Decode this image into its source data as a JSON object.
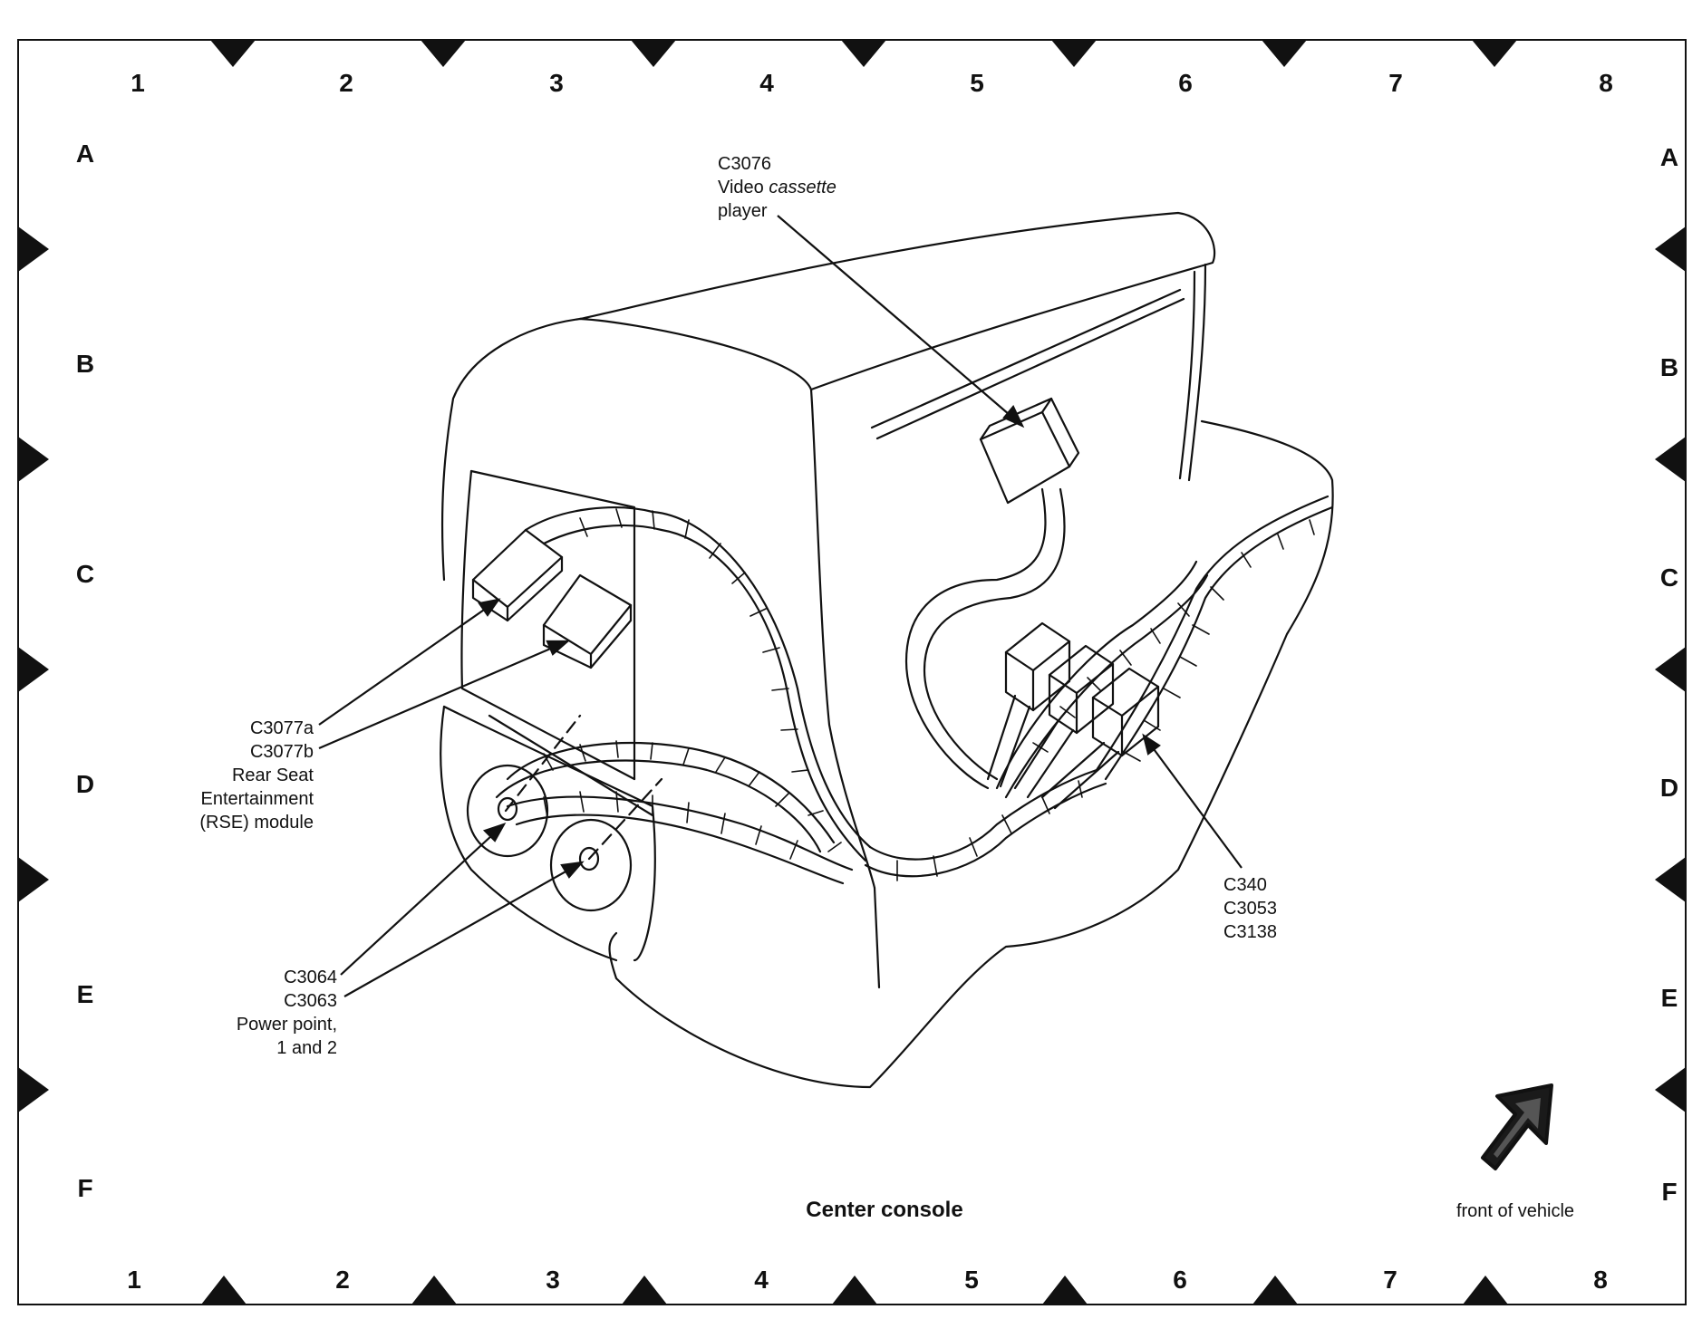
{
  "grid": {
    "columns": [
      "1",
      "2",
      "3",
      "4",
      "5",
      "6",
      "7",
      "8"
    ],
    "rows": [
      "A",
      "B",
      "C",
      "D",
      "E",
      "F"
    ]
  },
  "callouts": {
    "vcr": {
      "code": "C3076",
      "line1": "Video cassette",
      "line2": "player"
    },
    "rse": {
      "code1": "C3077a",
      "code2": "C3077b",
      "line1": "Rear Seat",
      "line2": "Entertainment",
      "line3": "(RSE) module"
    },
    "power": {
      "code1": "C3064",
      "code2": "C3063",
      "line1": "Power point,",
      "line2": "1 and 2"
    },
    "connectors": {
      "code1": "C340",
      "code2": "C3053",
      "code3": "C3138"
    }
  },
  "caption": "Center console",
  "orientation_label": "front of vehicle",
  "colors": {
    "ink": "#111111",
    "background": "#ffffff",
    "arrow_fill": "#1a1a1a"
  },
  "icons": [
    "front-of-vehicle-arrow-icon"
  ]
}
